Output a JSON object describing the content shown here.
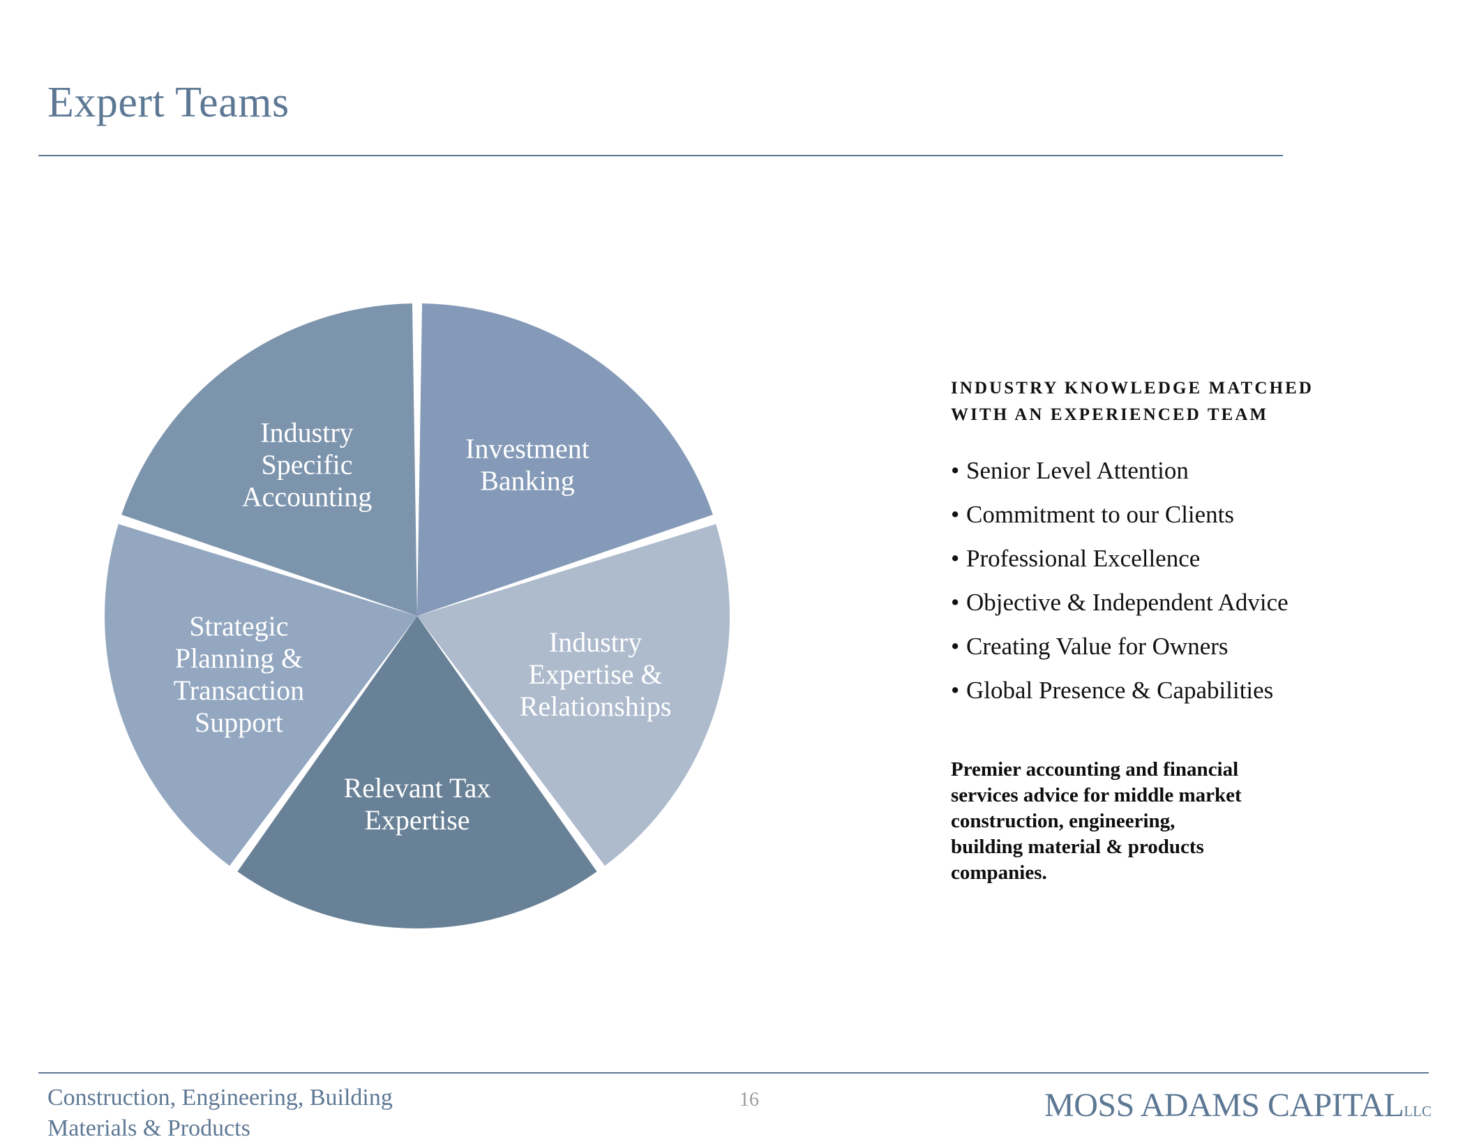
{
  "header": {
    "title": "Expert Teams",
    "rule_color": "#5d7894"
  },
  "chart_data": {
    "type": "pie",
    "title": "",
    "legend_position": "inside-slices",
    "grid": false,
    "categories": [
      "Investment Banking",
      "Industry Expertise & Relationships",
      "Relevant Tax Expertise",
      "Strategic Planning & Transaction Support",
      "Industry Specific Accounting"
    ],
    "values": [
      20,
      20,
      20,
      20,
      20
    ],
    "unit": "percent",
    "slices": [
      {
        "label": "Investment Banking",
        "lines": [
          "Investment",
          "Banking"
        ],
        "value": 20,
        "color": "#849ab8",
        "start_angle": 0,
        "end_angle": 72
      },
      {
        "label": "Industry Expertise & Relationships",
        "lines": [
          "Industry",
          "Expertise &",
          "Relationships"
        ],
        "value": 20,
        "color": "#aebbcd",
        "start_angle": 72,
        "end_angle": 144
      },
      {
        "label": "Relevant Tax Expertise",
        "lines": [
          "Relevant Tax",
          "Expertise"
        ],
        "value": 20,
        "color": "#688197",
        "start_angle": 144,
        "end_angle": 216
      },
      {
        "label": "Strategic Planning & Transaction Support",
        "lines": [
          "Strategic",
          "Planning &",
          "Transaction",
          "Support"
        ],
        "value": 20,
        "color": "#93a7c0",
        "start_angle": 216,
        "end_angle": 288
      },
      {
        "label": "Industry Specific Accounting",
        "lines": [
          "Industry",
          "Specific",
          "Accounting"
        ],
        "value": 20,
        "color": "#7d94ad",
        "start_angle": 288,
        "end_angle": 360
      }
    ],
    "label_text_color": "#ffffff",
    "separator_color": "#ffffff"
  },
  "right_panel": {
    "heading_lines": [
      "INDUSTRY KNOWLEDGE MATCHED",
      "WITH AN EXPERIENCED TEAM"
    ],
    "bullets": [
      "Senior Level Attention",
      "Commitment to our Clients",
      "Professional Excellence",
      "Objective & Independent Advice",
      "Creating Value for Owners",
      "Global Presence & Capabilities"
    ],
    "closing_lines": [
      "Premier accounting and financial",
      "services advice for middle market",
      "construction, engineering,",
      "building material & products",
      "companies."
    ]
  },
  "footer": {
    "tagline_lines": [
      "Construction, Engineering, Building",
      "Materials & Products"
    ],
    "page_number": "16",
    "brand_name": "MOSS ADAMS CAPITAL",
    "brand_suffix": "LLC",
    "accent_color": "#5d7894"
  }
}
